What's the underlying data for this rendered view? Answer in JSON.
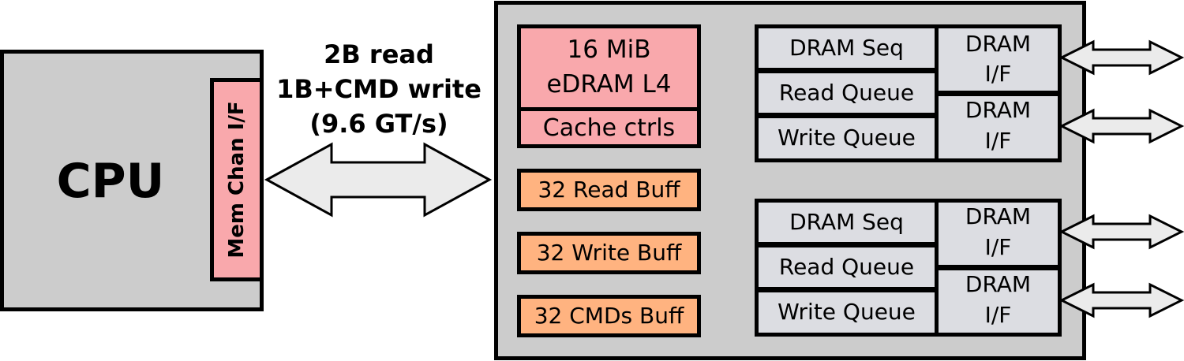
{
  "colors": {
    "gray": "#cccccc",
    "pink": "#f9a8ac",
    "orange": "#ffb380",
    "light": "#dcdde2",
    "arrow": "#ebebeb",
    "stroke": "#000000"
  },
  "cpu": {
    "label": "CPU",
    "mem_chan_if": "Mem Chan I/F"
  },
  "link": {
    "line1": "2B read",
    "line2": "1B+CMD write",
    "line3": "(9.6 GT/s)"
  },
  "buffer_chip": {
    "edram_line1": "16 MiB",
    "edram_line2": "eDRAM L4",
    "cache_ctrls": "Cache ctrls",
    "read_buff": "32 Read Buff",
    "write_buff": "32 Write Buff",
    "cmds_buff": "32 CMDs Buff",
    "channels": [
      {
        "dram_seq": "DRAM Seq",
        "read_queue": "Read Queue",
        "write_queue": "Write Queue",
        "interfaces": [
          {
            "line1": "DRAM",
            "line2": "I/F"
          },
          {
            "line1": "DRAM",
            "line2": "I/F"
          }
        ]
      },
      {
        "dram_seq": "DRAM Seq",
        "read_queue": "Read Queue",
        "write_queue": "Write Queue",
        "interfaces": [
          {
            "line1": "DRAM",
            "line2": "I/F"
          },
          {
            "line1": "DRAM",
            "line2": "I/F"
          }
        ]
      }
    ]
  }
}
